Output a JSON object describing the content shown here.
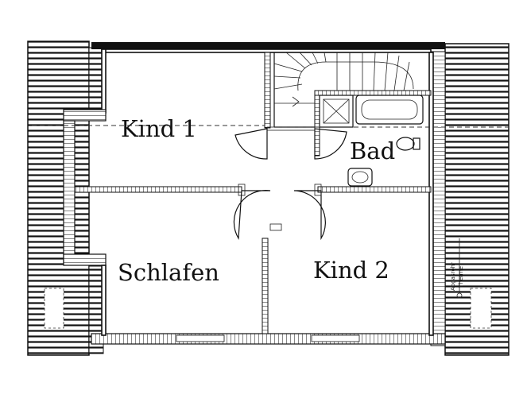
{
  "rooms": {
    "kind1": "Kind 1",
    "bad": "Bad",
    "schlafen": "Schlafen",
    "kind2": "Kind 2"
  },
  "notes": {
    "abgasrohr": "Abgasrohr",
    "therme": "Therme"
  }
}
